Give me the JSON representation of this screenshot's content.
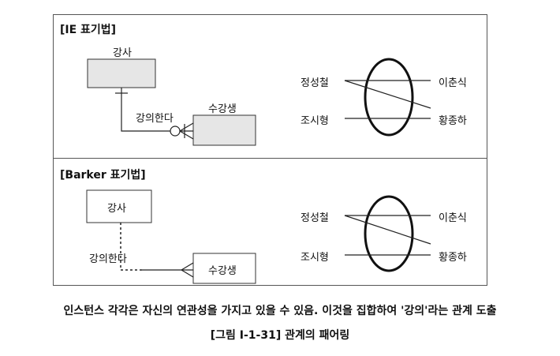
{
  "ie": {
    "title": "[IE 표기법]",
    "entity_teacher": "강사",
    "entity_student": "수강생",
    "relationship": "강의한다",
    "left_names": [
      "정성철",
      "조시형"
    ],
    "right_names": [
      "이춘식",
      "황종하"
    ]
  },
  "barker": {
    "title": "[Barker 표기법]",
    "entity_teacher": "강사",
    "entity_student": "수강생",
    "relationship": "강의한다",
    "left_names": [
      "정성철",
      "조시형"
    ],
    "right_names": [
      "이춘식",
      "황종하"
    ]
  },
  "caption": {
    "description": "인스턴스 각각은 자신의 연관성을 가지고 있을 수 있음. 이것을 집합하여 '강의'라는 관계 도출",
    "figure_label": "[그림 Ⅰ-1-31] 관계의 패어링"
  }
}
